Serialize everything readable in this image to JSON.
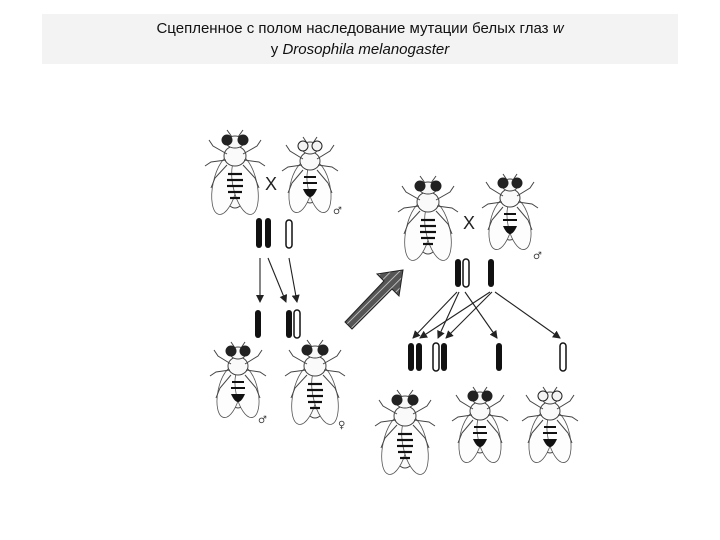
{
  "title": {
    "line1_text": "Сцепленное с полом наследование мутации белых глаз ",
    "line1_gene": "w",
    "line2_prefix": "у ",
    "line2_species": "Drosophila melanogaster"
  },
  "cross_symbol": "X",
  "male_symbol": "♂",
  "female_symbol": "♀",
  "colors": {
    "red_eye": "#222222",
    "white_eye": "#f4f4f4",
    "line": "#333333",
    "chromosome_dark": "#111111"
  },
  "flies": [
    {
      "id": "p-female",
      "sex": "female",
      "eye": "red"
    },
    {
      "id": "p-male",
      "sex": "male",
      "eye": "white"
    },
    {
      "id": "f1-male",
      "sex": "male",
      "eye": "red"
    },
    {
      "id": "f1-female",
      "sex": "female",
      "eye": "red"
    },
    {
      "id": "f1b-female",
      "sex": "female",
      "eye": "red"
    },
    {
      "id": "f1b-male",
      "sex": "male",
      "eye": "red"
    },
    {
      "id": "f2-female",
      "sex": "female",
      "eye": "red"
    },
    {
      "id": "f2-male-red",
      "sex": "male",
      "eye": "red"
    },
    {
      "id": "f2-male-white",
      "sex": "male",
      "eye": "white"
    }
  ]
}
